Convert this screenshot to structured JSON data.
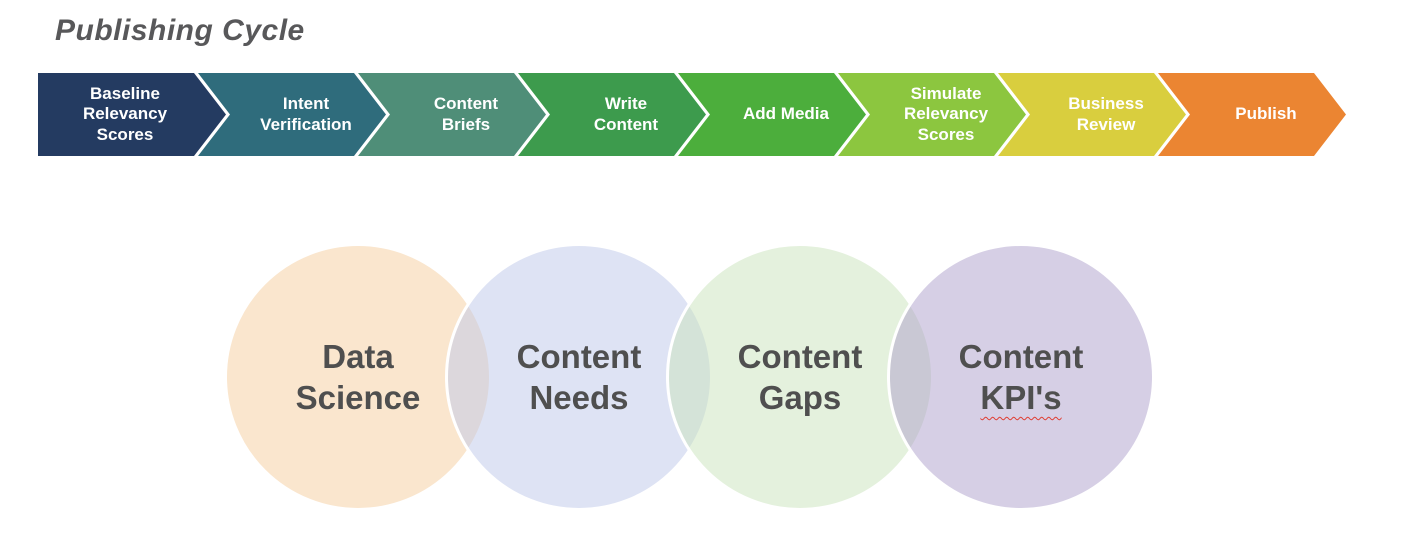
{
  "slide": {
    "background": "#FFFFFF"
  },
  "title": "Publishing Cycle",
  "title_color": "#58585A",
  "process_flow": {
    "text_color": "#FFFFFF",
    "steps": [
      {
        "label": "Baseline Relevancy Scores",
        "lines": [
          "Baseline",
          "Relevancy",
          "Scores"
        ],
        "color": "#243B61"
      },
      {
        "label": "Intent Verification",
        "lines": [
          "Intent",
          "Verification"
        ],
        "color": "#2F6C7C"
      },
      {
        "label": "Content Briefs",
        "lines": [
          "Content",
          "Briefs"
        ],
        "color": "#4F8E78"
      },
      {
        "label": "Write Content",
        "lines": [
          "Write",
          "Content"
        ],
        "color": "#3D9B4D"
      },
      {
        "label": "Add Media",
        "lines": [
          "Add Media"
        ],
        "color": "#4CAE3C"
      },
      {
        "label": "Simulate Relevancy Scores",
        "lines": [
          "Simulate",
          "Relevancy",
          "Scores"
        ],
        "color": "#8CC63F"
      },
      {
        "label": "Business Review",
        "lines": [
          "Business",
          "Review"
        ],
        "color": "#D9CE3E"
      },
      {
        "label": "Publish",
        "lines": [
          "Publish"
        ],
        "color": "#EB8532"
      }
    ]
  },
  "venn": {
    "text_color": "#4F4F4F",
    "stroke_color": "#FFFFFF",
    "circles": [
      {
        "label": "Data Science",
        "lines": [
          "Data",
          "Science"
        ],
        "fill": "#F5CD9D",
        "fill_opacity": 0.5,
        "spellcheck_underline": false
      },
      {
        "label": "Content Needs",
        "lines": [
          "Content",
          "Needs"
        ],
        "fill": "#BDC7E9",
        "fill_opacity": 0.5,
        "spellcheck_underline": false
      },
      {
        "label": "Content Gaps",
        "lines": [
          "Content",
          "Gaps"
        ],
        "fill": "#C9E3BB",
        "fill_opacity": 0.5,
        "spellcheck_underline": false
      },
      {
        "label": "Content KPI's",
        "lines": [
          "Content",
          "KPI's"
        ],
        "fill": "#AD9FCB",
        "fill_opacity": 0.5,
        "spellcheck_underline": true
      }
    ]
  }
}
